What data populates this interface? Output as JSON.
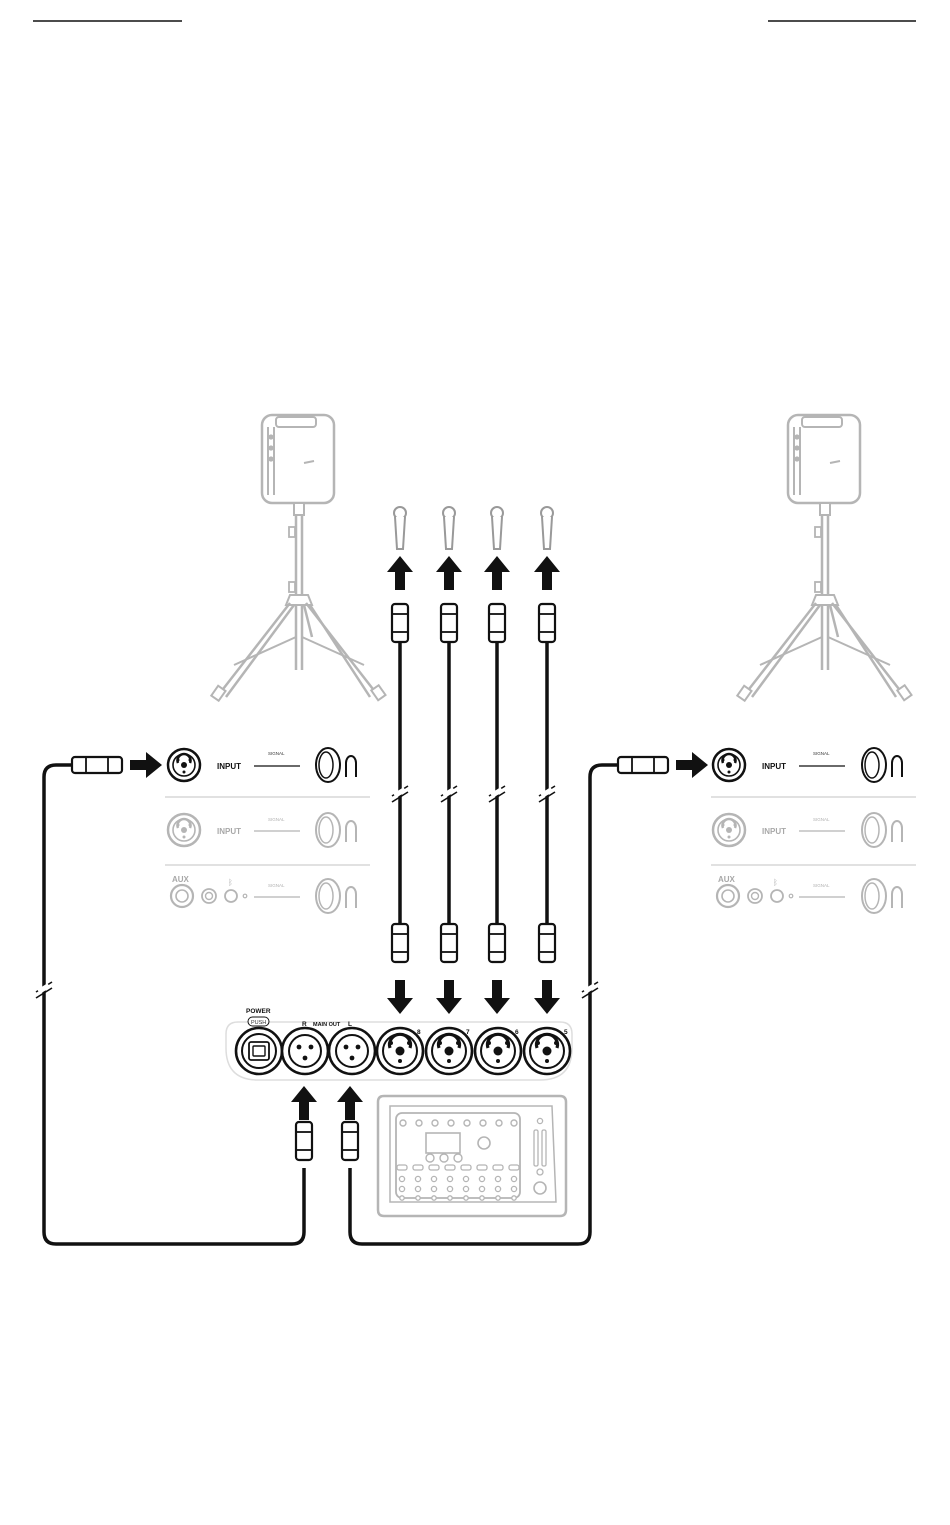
{
  "panel": {
    "input1_label": "INPUT",
    "input2_label": "INPUT",
    "aux_label": "AUX",
    "signal_label": "SIGNAL"
  },
  "mixer": {
    "power_label": "POWER",
    "push_label": "PUSH",
    "main_out_label": "MAIN OUT",
    "r_label": "R",
    "l_label": "L",
    "channels": [
      "8",
      "7",
      "6",
      "5"
    ]
  },
  "colors": {
    "ink": "#111111",
    "muted_gray": "#b5b5b5",
    "background": "#ffffff"
  }
}
